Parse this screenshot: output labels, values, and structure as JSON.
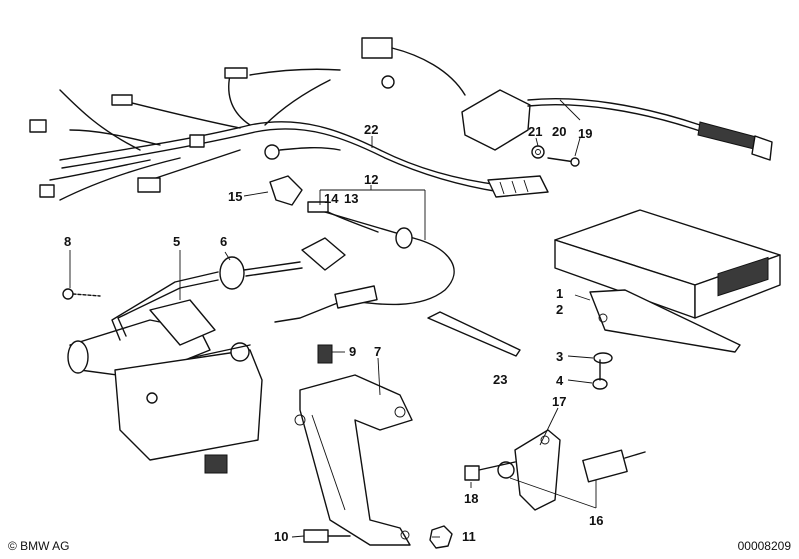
{
  "callouts": {
    "c1": "1",
    "c2": "2",
    "c3": "3",
    "c4": "4",
    "c5": "5",
    "c6": "6",
    "c7": "7",
    "c8": "8",
    "c9": "9",
    "c10": "10",
    "c11": "11",
    "c12": "12",
    "c13": "13",
    "c14": "14",
    "c15": "15",
    "c16": "16",
    "c17": "17",
    "c18": "18",
    "c19": "19",
    "c20": "20",
    "c21": "21",
    "c22": "22",
    "c23": "23"
  },
  "footer": {
    "copyright": "© BMW AG",
    "diagram_id": "00008209"
  }
}
